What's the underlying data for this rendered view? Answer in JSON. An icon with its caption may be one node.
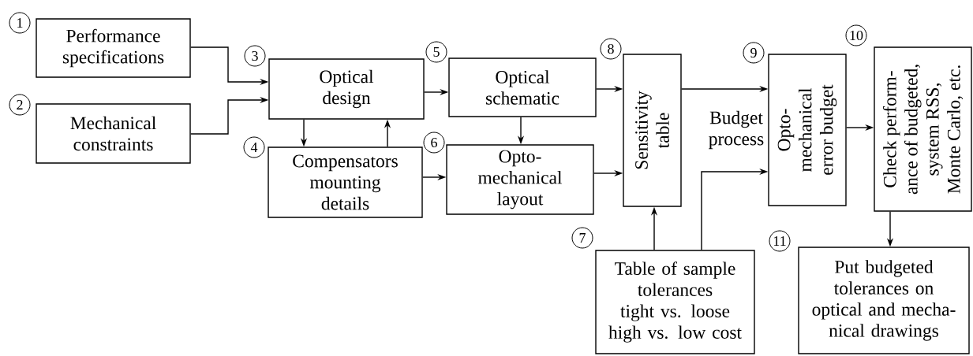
{
  "diagram": {
    "nodes": [
      {
        "text": [
          "Performance specifications"
        ],
        "beside": [
          "1"
        ]
      },
      {
        "text": [
          "Mechanical constraints"
        ],
        "beside": [
          "2"
        ]
      },
      {
        "text": [
          "Optical design"
        ],
        "beside": [
          "3"
        ]
      },
      {
        "text": [
          "Compensators mounting details"
        ],
        "beside": [
          "4"
        ]
      },
      {
        "text": [
          "Optical schematic"
        ],
        "beside": [
          "5"
        ]
      },
      {
        "text": [
          "Opto- mechanical layout"
        ],
        "beside": [
          "6"
        ]
      },
      {
        "text": [
          "Sensitivity table"
        ],
        "beside": [
          "8"
        ]
      },
      {
        "text": [
          "Table of sample tolerances",
          "tight vs. loose",
          "high vs. low cost"
        ],
        "beside": [
          "7"
        ]
      },
      {
        "text": [
          "Opto- mechanical error budget"
        ],
        "beside": [
          "9"
        ]
      },
      {
        "text": [
          "Check perform- ance of budgeted, system RSS, Monte Carlo, etc."
        ],
        "beside": [
          "10"
        ]
      },
      {
        "text": [
          "Put budgeted tolerances on optical and mecha- nical drawings"
        ],
        "beside": [
          "11"
        ]
      }
    ],
    "edges": [
      {
        "from": 0,
        "to": 2,
        "arrow": "to"
      },
      {
        "from": 1,
        "to": 2,
        "arrow": "to"
      },
      {
        "from": 2,
        "to": 3,
        "arrow": "to"
      },
      {
        "from": 3,
        "to": 2,
        "arrow": "to"
      },
      {
        "from": 2,
        "to": 4,
        "arrow": "to"
      },
      {
        "from": 4,
        "to": 5,
        "arrow": "to"
      },
      {
        "from": 3,
        "to": 5,
        "arrow": "to"
      },
      {
        "from": 4,
        "to": 6,
        "arrow": "to"
      },
      {
        "from": 5,
        "to": 6,
        "arrow": "to"
      },
      {
        "from": 7,
        "to": 6,
        "arrow": "to"
      },
      {
        "from": 6,
        "to": 8,
        "arrow": "to"
      },
      {
        "from": 7,
        "to": 8,
        "arrow": "to"
      },
      {
        "from": 8,
        "to": 9,
        "arrow": "to"
      },
      {
        "from": 9,
        "to": 10,
        "arrow": "to"
      }
    ],
    "labels": [
      "Budget process"
    ]
  }
}
